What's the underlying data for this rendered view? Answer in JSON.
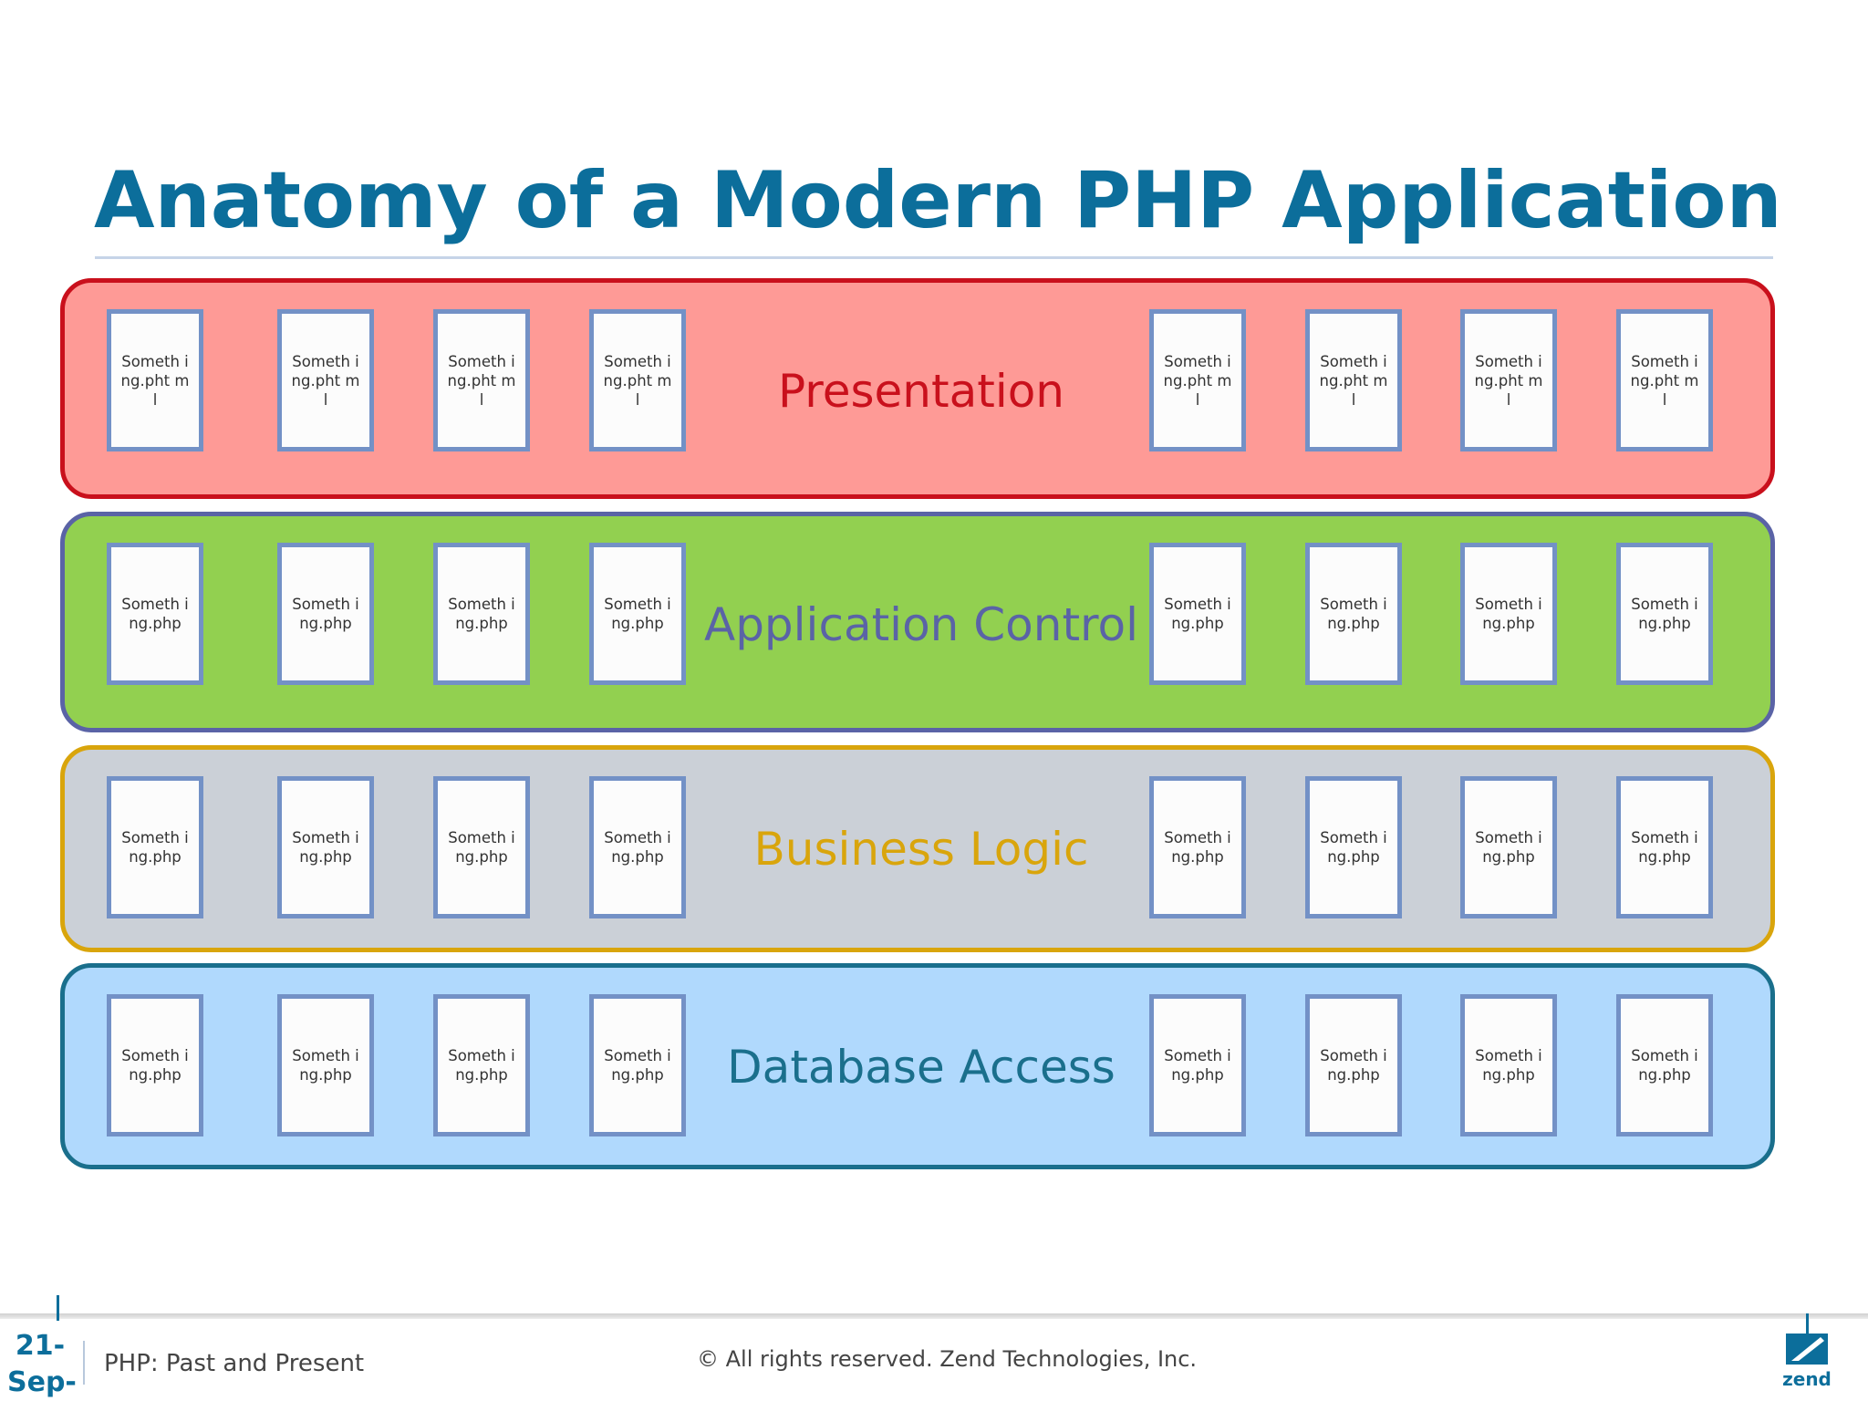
{
  "slide": {
    "title": "Anatomy of a Modern PHP Application"
  },
  "layers": [
    {
      "label": "Presentation",
      "fill": "#fe9a96",
      "border": "#c9101c",
      "label_color": "#c9101c",
      "files": [
        "Someth ing.pht ml",
        "Someth ing.pht ml",
        "Someth ing.pht ml",
        "Someth ing.pht ml",
        "Someth ing.pht ml",
        "Someth ing.pht ml",
        "Someth ing.pht ml",
        "Someth ing.pht ml"
      ]
    },
    {
      "label": "Application Control",
      "fill": "#92d050",
      "border": "#5a63a6",
      "label_color": "#5a63a6",
      "files": [
        "Someth ing.php",
        "Someth ing.php",
        "Someth ing.php",
        "Someth ing.php",
        "Someth ing.php",
        "Someth ing.php",
        "Someth ing.php",
        "Someth ing.php"
      ]
    },
    {
      "label": "Business Logic",
      "fill": "#cbd0d7",
      "border": "#d9a50c",
      "label_color": "#d9a50c",
      "files": [
        "Someth ing.php",
        "Someth ing.php",
        "Someth ing.php",
        "Someth ing.php",
        "Someth ing.php",
        "Someth ing.php",
        "Someth ing.php",
        "Someth ing.php"
      ]
    },
    {
      "label": "Database Access",
      "fill": "#b0d9fd",
      "border": "#1a6f8c",
      "label_color": "#1a6f8c",
      "files": [
        "Someth ing.php",
        "Someth ing.php",
        "Someth ing.php",
        "Someth ing.php",
        "Someth ing.php",
        "Someth ing.php",
        "Someth ing.php",
        "Someth ing.php"
      ]
    }
  ],
  "footer": {
    "date": "21-\nSep-",
    "presentation": "PHP: Past and Present",
    "copyright": "© All rights reserved. Zend Technologies, Inc.",
    "logo_text": "zend",
    "logo_icon": "zend-logo-icon"
  }
}
